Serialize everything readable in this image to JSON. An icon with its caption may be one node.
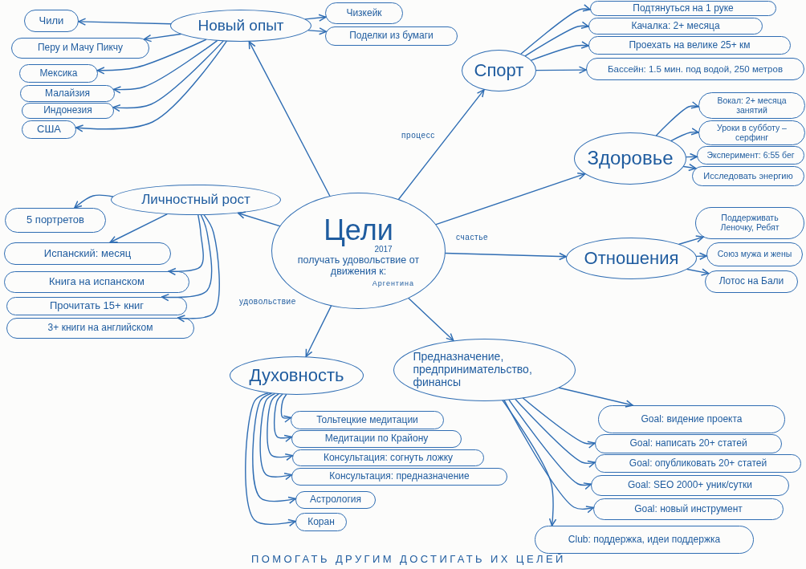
{
  "diagram": {
    "nodes": [
      {
        "text": [
          "Цели",
          "2017",
          "получать удовольствие от движения к:",
          "Аргентина"
        ]
      },
      {
        "text": [
          "Новый опыт"
        ]
      },
      {
        "text": [
          "Чили"
        ]
      },
      {
        "text": [
          "Перу и Мачу Пикчу"
        ]
      },
      {
        "text": [
          "Мексика"
        ]
      },
      {
        "text": [
          "Малайзия"
        ]
      },
      {
        "text": [
          "Индонезия"
        ]
      },
      {
        "text": [
          "США"
        ]
      },
      {
        "text": [
          "Чизкейк"
        ]
      },
      {
        "text": [
          "Поделки из бумаги"
        ]
      },
      {
        "text": [
          "Спорт"
        ]
      },
      {
        "text": [
          "Подтянуться на 1 руке"
        ]
      },
      {
        "text": [
          "Качалка: 2+ месяца"
        ]
      },
      {
        "text": [
          "Проехать на велике 25+ км"
        ]
      },
      {
        "text": [
          "Бассейн: 1.5 мин. под водой, 250 метров"
        ]
      },
      {
        "text": [
          "Здоровье"
        ]
      },
      {
        "text": [
          "Вокал: 2+ месяца занятий"
        ]
      },
      {
        "text": [
          "Уроки в субботу – серфинг"
        ]
      },
      {
        "text": [
          "Эксперимент: 6:55 бег"
        ]
      },
      {
        "text": [
          "Исследовать энергию"
        ]
      },
      {
        "text": [
          "Отношения"
        ]
      },
      {
        "text": [
          "Поддерживать Леночку, Ребят"
        ]
      },
      {
        "text": [
          "Союз мужа и жены"
        ]
      },
      {
        "text": [
          "Лотос на Бали"
        ]
      },
      {
        "text": [
          "Личностный рост"
        ]
      },
      {
        "text": [
          "5 портретов"
        ]
      },
      {
        "text": [
          "Испанский: месяц"
        ]
      },
      {
        "text": [
          "Книга на испанском"
        ]
      },
      {
        "text": [
          "Прочитать 15+ книг"
        ]
      },
      {
        "text": [
          "3+ книги на английском"
        ]
      },
      {
        "text": [
          "Духовность"
        ]
      },
      {
        "text": [
          "Тольтецкие медитации"
        ]
      },
      {
        "text": [
          "Медитации по Крайону"
        ]
      },
      {
        "text": [
          "Консультация: согнуть ложку"
        ]
      },
      {
        "text": [
          "Консультация: предназначение"
        ]
      },
      {
        "text": [
          "Астрология"
        ]
      },
      {
        "text": [
          "Коран"
        ]
      },
      {
        "text": [
          "Предназначение, предпринимательство, финансы"
        ]
      },
      {
        "text": [
          "Goal: видение проекта"
        ]
      },
      {
        "text": [
          "Goal: написать 20+ статей"
        ]
      },
      {
        "text": [
          "Goal: опубликовать 20+ статей"
        ]
      },
      {
        "text": [
          "Goal: SEO 2000+ уник/сутки"
        ]
      },
      {
        "text": [
          "Goal: новый инструмент"
        ]
      },
      {
        "text": [
          "Club: поддержка, идеи поддержка"
        ]
      }
    ],
    "edges": [
      {
        "from": 0,
        "to": 1,
        "arrow": "to"
      },
      {
        "from": 0,
        "to": 10,
        "arrow": "to",
        "label": "процесс"
      },
      {
        "from": 0,
        "to": 15,
        "arrow": "to"
      },
      {
        "from": 0,
        "to": 20,
        "arrow": "to",
        "label": "счастье"
      },
      {
        "from": 0,
        "to": 24,
        "arrow": "to"
      },
      {
        "from": 0,
        "to": 30,
        "arrow": "to",
        "label": "удовольствие"
      },
      {
        "from": 0,
        "to": 37,
        "arrow": "to"
      },
      {
        "from": 1,
        "to": 2,
        "arrow": "to"
      },
      {
        "from": 1,
        "to": 3,
        "arrow": "to"
      },
      {
        "from": 1,
        "to": 4,
        "arrow": "to"
      },
      {
        "from": 1,
        "to": 5,
        "arrow": "to"
      },
      {
        "from": 1,
        "to": 6,
        "arrow": "to"
      },
      {
        "from": 1,
        "to": 7,
        "arrow": "to"
      },
      {
        "from": 1,
        "to": 8,
        "arrow": "to"
      },
      {
        "from": 1,
        "to": 9,
        "arrow": "to"
      },
      {
        "from": 10,
        "to": 11,
        "arrow": "to"
      },
      {
        "from": 10,
        "to": 12,
        "arrow": "to"
      },
      {
        "from": 10,
        "to": 13,
        "arrow": "to"
      },
      {
        "from": 10,
        "to": 14,
        "arrow": "to"
      },
      {
        "from": 15,
        "to": 16,
        "arrow": "to"
      },
      {
        "from": 15,
        "to": 17,
        "arrow": "to"
      },
      {
        "from": 15,
        "to": 18,
        "arrow": "to"
      },
      {
        "from": 15,
        "to": 19,
        "arrow": "to"
      },
      {
        "from": 20,
        "to": 21,
        "arrow": "to"
      },
      {
        "from": 20,
        "to": 22,
        "arrow": "to"
      },
      {
        "from": 20,
        "to": 23,
        "arrow": "to"
      },
      {
        "from": 24,
        "to": 25,
        "arrow": "to"
      },
      {
        "from": 24,
        "to": 26,
        "arrow": "to"
      },
      {
        "from": 24,
        "to": 27,
        "arrow": "to"
      },
      {
        "from": 24,
        "to": 28,
        "arrow": "to"
      },
      {
        "from": 24,
        "to": 29,
        "arrow": "to"
      },
      {
        "from": 30,
        "to": 31,
        "arrow": "to"
      },
      {
        "from": 30,
        "to": 32,
        "arrow": "to"
      },
      {
        "from": 30,
        "to": 33,
        "arrow": "to"
      },
      {
        "from": 30,
        "to": 34,
        "arrow": "to"
      },
      {
        "from": 30,
        "to": 35,
        "arrow": "to"
      },
      {
        "from": 30,
        "to": 36,
        "arrow": "to"
      },
      {
        "from": 37,
        "to": 38,
        "arrow": "to"
      },
      {
        "from": 37,
        "to": 39,
        "arrow": "to"
      },
      {
        "from": 37,
        "to": 40,
        "arrow": "to"
      },
      {
        "from": 37,
        "to": 41,
        "arrow": "to"
      },
      {
        "from": 37,
        "to": 42,
        "arrow": "to"
      },
      {
        "from": 37,
        "to": 43,
        "arrow": "to"
      }
    ],
    "labels": [
      "ПОМОГАТЬ ДРУГИМ ДОСТИГАТЬ ИХ ЦЕЛЕЙ"
    ]
  }
}
